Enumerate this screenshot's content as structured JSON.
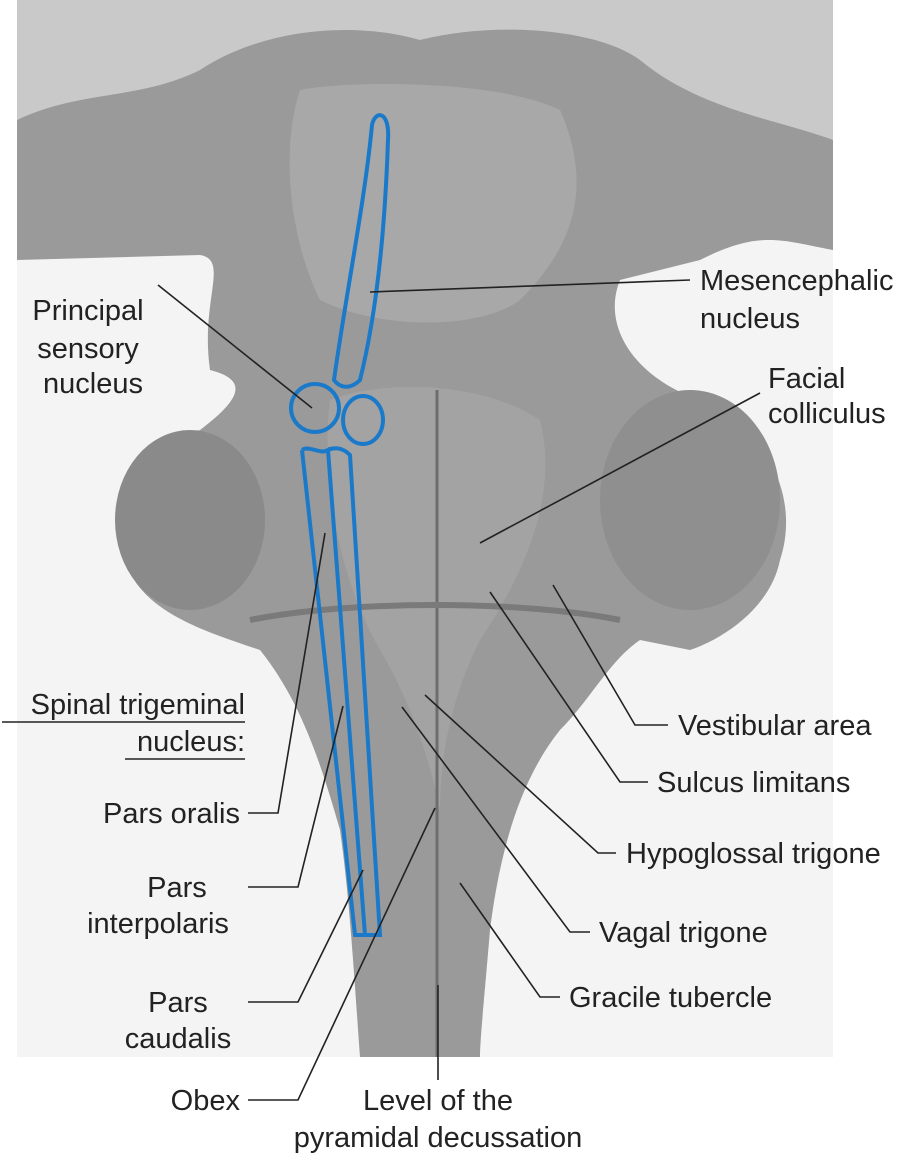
{
  "figure": {
    "labels": {
      "principal_sensory": [
        "Principal",
        "sensory",
        "nucleus"
      ],
      "mesencephalic": [
        "Mesencephalic",
        "nucleus"
      ],
      "facial_colliculus": [
        "Facial",
        "colliculus"
      ],
      "spinal_trigeminal": [
        "Spinal trigeminal",
        "nucleus:"
      ],
      "pars_oralis": "Pars oralis",
      "pars_interpolaris": [
        "Pars",
        "interpolaris"
      ],
      "pars_caudalis": [
        "Pars",
        "caudalis"
      ],
      "obex": "Obex",
      "pyramidal_decussation": [
        "Level of the",
        "pyramidal decussation"
      ],
      "vestibular_area": "Vestibular area",
      "sulcus_limitans": "Sulcus limitans",
      "hypoglossal_trigone": "Hypoglossal trigone",
      "vagal_trigone": "Vagal trigone",
      "gracile_tubercle": "Gracile tubercle"
    },
    "colors": {
      "outline": "#1a7ac9",
      "leader": "#222222",
      "photo_bg": "#f4f4f4"
    }
  }
}
